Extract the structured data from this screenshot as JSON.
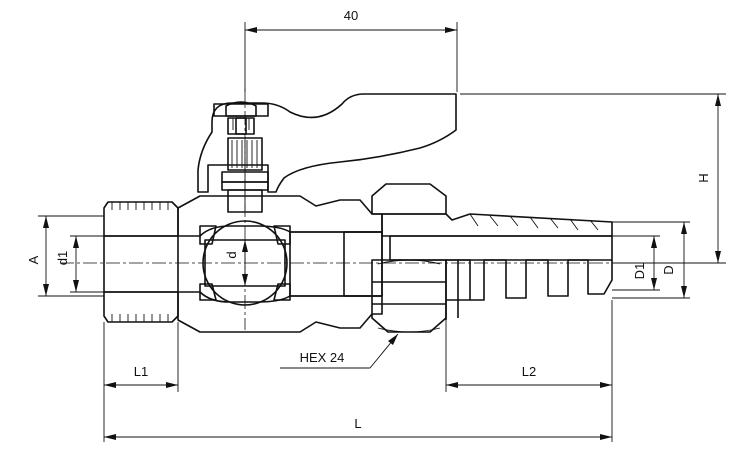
{
  "drawing": {
    "labels": {
      "dim_40": "40",
      "dim_H": "H",
      "dim_A": "A",
      "dim_d1": "d1",
      "dim_d": "d",
      "dim_D1": "D1",
      "dim_D": "D",
      "dim_L1": "L1",
      "dim_L2": "L2",
      "dim_L": "L",
      "hex_note": "HEX 24"
    }
  }
}
